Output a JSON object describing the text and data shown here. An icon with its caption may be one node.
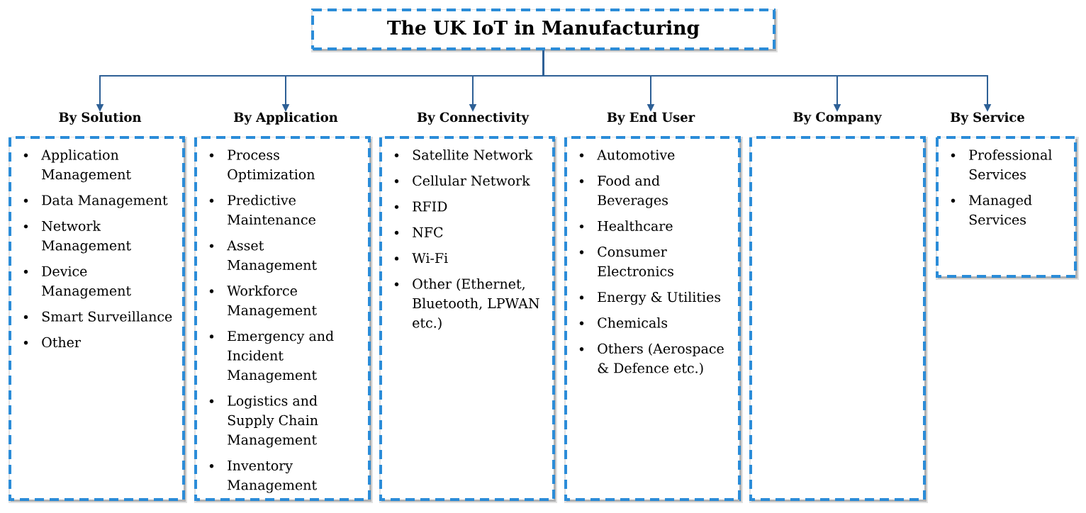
{
  "diagram": {
    "nodes": [
      {
        "text": [
          "The UK IoT in Manufacturing"
        ]
      },
      {
        "text": [
          "By Solution",
          "Application Management",
          "Data Management",
          "Network Management",
          "Device Management",
          "Smart Surveillance",
          "Other"
        ]
      },
      {
        "text": [
          "By Application",
          "Process Optimization",
          "Predictive Maintenance",
          "Asset Management",
          "Workforce Management",
          "Emergency and Incident Management",
          "Logistics and Supply Chain Management",
          "Inventory Management"
        ]
      },
      {
        "text": [
          "By Connectivity",
          "Satellite Network",
          "Cellular Network",
          "RFID",
          "NFC",
          "Wi-Fi",
          "Other (Ethernet, Bluetooth, LPWAN etc.)"
        ]
      },
      {
        "text": [
          "By End User",
          "Automotive",
          "Food and Beverages",
          "Healthcare",
          "Consumer Electronics",
          "Energy & Utilities",
          "Chemicals",
          "Others (Aerospace & Defence etc.)"
        ]
      },
      {
        "text": [
          "By Company"
        ]
      },
      {
        "text": [
          "By Service",
          "Professional Services",
          "Managed Services"
        ]
      }
    ],
    "edges": [
      {
        "from": 0,
        "to": 1,
        "arrow": "to"
      },
      {
        "from": 0,
        "to": 2,
        "arrow": "to"
      },
      {
        "from": 0,
        "to": 3,
        "arrow": "to"
      },
      {
        "from": 0,
        "to": 4,
        "arrow": "to"
      },
      {
        "from": 0,
        "to": 5,
        "arrow": "to"
      },
      {
        "from": 0,
        "to": 6,
        "arrow": "to"
      }
    ]
  }
}
